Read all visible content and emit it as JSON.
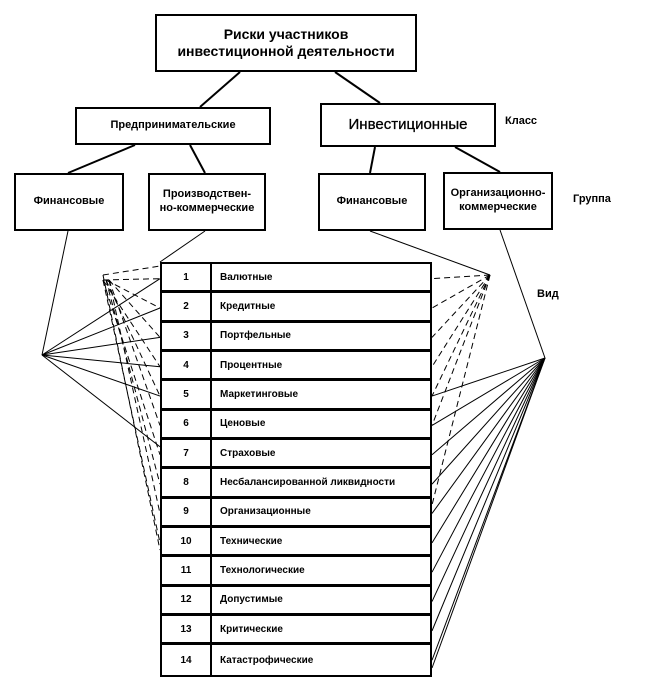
{
  "root": {
    "title_line1": "Риски участников",
    "title_line2": "инвестиционной деятельности"
  },
  "classes": [
    {
      "label": "Предпринимательские"
    },
    {
      "label": "Инвестиционные"
    }
  ],
  "groups": [
    {
      "line1": "Финансовые",
      "line2": ""
    },
    {
      "line1": "Производствен-",
      "line2": "но-коммерческие"
    },
    {
      "line1": "Финансовые",
      "line2": ""
    },
    {
      "line1": "Организационно-",
      "line2": "коммерческие"
    }
  ],
  "side_labels": {
    "class": "Класс",
    "group": "Группа",
    "kind": "Вид"
  },
  "risk_types": [
    {
      "num": "1",
      "name": "Валютные"
    },
    {
      "num": "2",
      "name": "Кредитные"
    },
    {
      "num": "3",
      "name": "Портфельные"
    },
    {
      "num": "4",
      "name": "Процентные"
    },
    {
      "num": "5",
      "name": "Маркетинговые"
    },
    {
      "num": "6",
      "name": "Ценовые"
    },
    {
      "num": "7",
      "name": "Страховые"
    },
    {
      "num": "8",
      "name": "Несбалансированной ликвидности"
    },
    {
      "num": "9",
      "name": "Организационные"
    },
    {
      "num": "10",
      "name": "Технические"
    },
    {
      "num": "11",
      "name": "Технологические"
    },
    {
      "num": "12",
      "name": "Допустимые"
    },
    {
      "num": "13",
      "name": "Критические"
    },
    {
      "num": "14",
      "name": "Катастрофические"
    }
  ]
}
